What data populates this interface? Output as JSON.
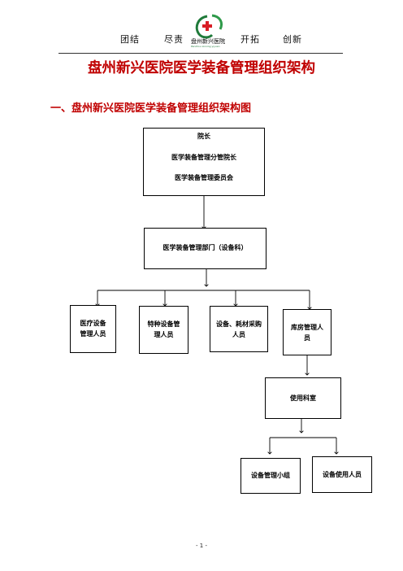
{
  "header": {
    "motto": [
      "团结",
      "尽责",
      "开拓",
      "创新"
    ],
    "logo_text": "盘州新兴医院",
    "logo_subtext": "Panzhou xinxing yiyuan",
    "logo_colors": {
      "cross": "#d81e26",
      "leaf": "#1f7a3a"
    }
  },
  "document": {
    "title": "盘州新兴医院医学装备管理组织架构",
    "section_heading": "一、盘州新兴医院医学装备管理组织架构图"
  },
  "org_chart": {
    "top_box": {
      "line1": "院长",
      "line2": "医学装备管理分管院长",
      "line3": "医学装备管理委员会"
    },
    "department": "医学装备管理部门（设备科）",
    "level3": [
      {
        "line1": "医疗设备",
        "line2": "管理人员"
      },
      {
        "line1": "特种设备管",
        "line2": "理人员"
      },
      {
        "line1": "设备、耗材采购",
        "line2": "人员"
      },
      {
        "line1": "库房管理人",
        "line2": "员"
      }
    ],
    "user_dept": "使用科室",
    "level5": [
      "设备管理小组",
      "设备使用人员"
    ]
  },
  "footer": {
    "page_number": "- 1 -"
  },
  "colors": {
    "title_red": "#c00000",
    "line_black": "#000000"
  }
}
